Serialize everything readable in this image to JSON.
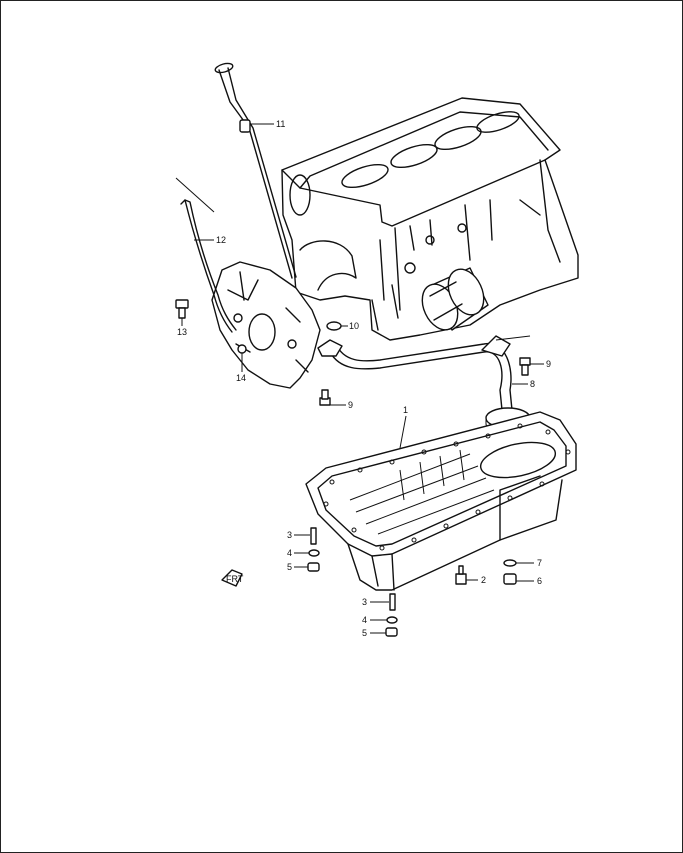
{
  "callouts": [
    {
      "id": "c1",
      "label": "1"
    },
    {
      "id": "c2",
      "label": "2"
    },
    {
      "id": "c3a",
      "label": "3"
    },
    {
      "id": "c4a",
      "label": "4"
    },
    {
      "id": "c5a",
      "label": "5"
    },
    {
      "id": "c3b",
      "label": "3"
    },
    {
      "id": "c4b",
      "label": "4"
    },
    {
      "id": "c5b",
      "label": "5"
    },
    {
      "id": "c6",
      "label": "6"
    },
    {
      "id": "c7",
      "label": "7"
    },
    {
      "id": "c8",
      "label": "8"
    },
    {
      "id": "c9a",
      "label": "9"
    },
    {
      "id": "c9b",
      "label": "9"
    },
    {
      "id": "c10",
      "label": "10"
    },
    {
      "id": "c11",
      "label": "11"
    },
    {
      "id": "c12",
      "label": "12"
    },
    {
      "id": "c13",
      "label": "13"
    },
    {
      "id": "c14",
      "label": "14"
    }
  ],
  "front_marker": {
    "label": "FRT"
  }
}
